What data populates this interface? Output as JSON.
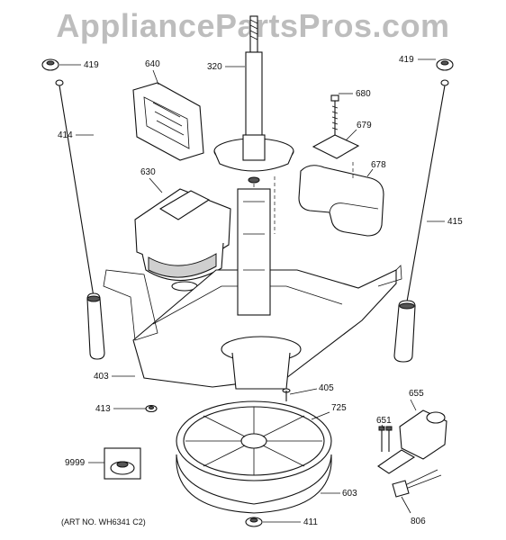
{
  "watermark": "AppliancePartsPros.com",
  "art_number": "(ART NO. WH6341 C2)",
  "callouts": {
    "p419_left": "419",
    "p419_right": "419",
    "p640": "640",
    "p320": "320",
    "p680": "680",
    "p679": "679",
    "p678": "678",
    "p414": "414",
    "p415": "415",
    "p630": "630",
    "p403": "403",
    "p405": "405",
    "p413": "413",
    "p725": "725",
    "p655": "655",
    "p651": "651",
    "p9999": "9999",
    "p603": "603",
    "p806": "806",
    "p411": "411"
  }
}
